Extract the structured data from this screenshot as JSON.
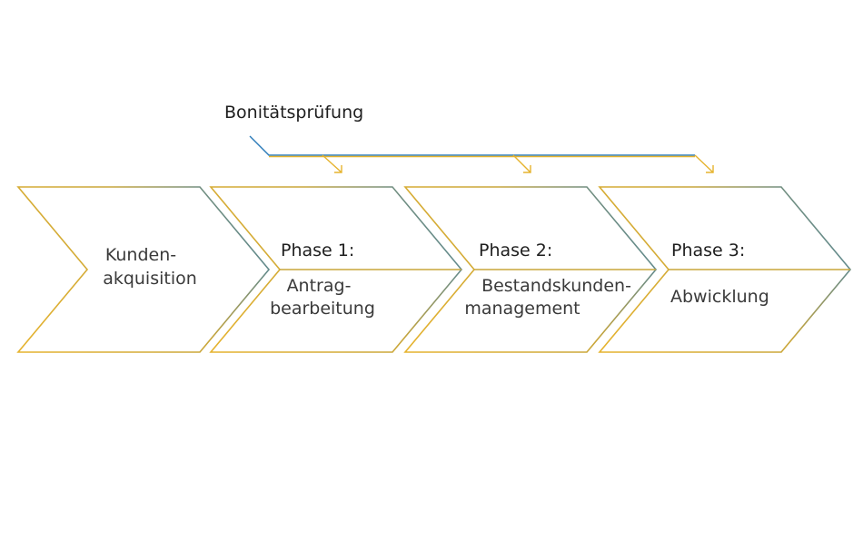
{
  "colors": {
    "gold": "#E6B32E",
    "blue": "#2B7BB9",
    "text": "#3a3a3a"
  },
  "top_label": "Bonitätsprüfung",
  "steps": [
    {
      "heading": "",
      "line1": "Kunden-",
      "line2": "akquisition"
    },
    {
      "heading": "Phase 1:",
      "line1": "Antrag-",
      "line2": "bearbeitung"
    },
    {
      "heading": "Phase 2:",
      "line1": "Bestandskunden-",
      "line2": "management"
    },
    {
      "heading": "Phase 3:",
      "line1": "Abwicklung",
      "line2": ""
    }
  ]
}
